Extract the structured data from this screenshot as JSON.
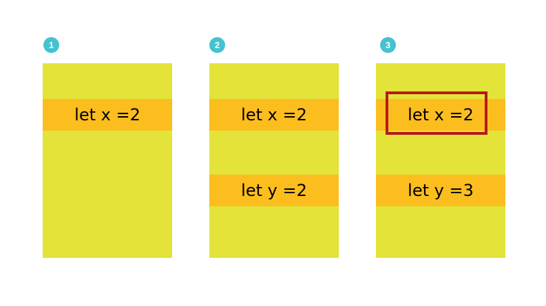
{
  "colors": {
    "panel": "#e3e33a",
    "band": "#fcbd1f",
    "badge": "#45c2d1",
    "highlight_border": "#b51a1a"
  },
  "steps": [
    {
      "number": "1",
      "lines": [
        "let x =2"
      ]
    },
    {
      "number": "2",
      "lines": [
        "let x =2",
        "let y =2"
      ]
    },
    {
      "number": "3",
      "lines": [
        "let x =2",
        "let y =3"
      ],
      "highlighted_line": "let x =2"
    }
  ]
}
